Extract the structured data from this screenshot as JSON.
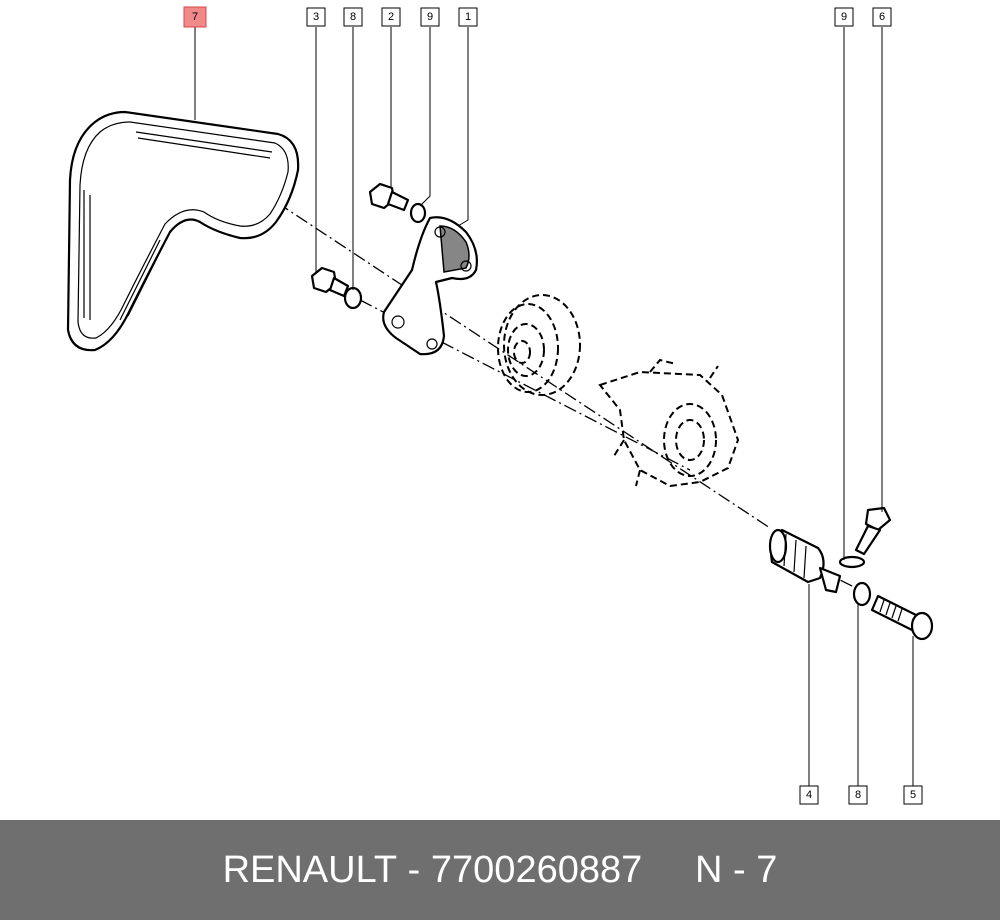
{
  "callouts": {
    "c7_top": "7",
    "c3_top": "3",
    "c8_top": "8",
    "c2_top": "2",
    "c9_top": "9",
    "c1_top": "1",
    "c9_right": "9",
    "c6_right": "6",
    "c4_bottom": "4",
    "c8_bottom": "8",
    "c5_bottom": "5"
  },
  "footer": {
    "brand": "RENAULT",
    "separator": " - ",
    "part_number": "7700260887",
    "gap": "     ",
    "reference": "N - 7"
  },
  "colors": {
    "highlight": "#f08a8a",
    "footer_bg": "#6f6f6f"
  }
}
